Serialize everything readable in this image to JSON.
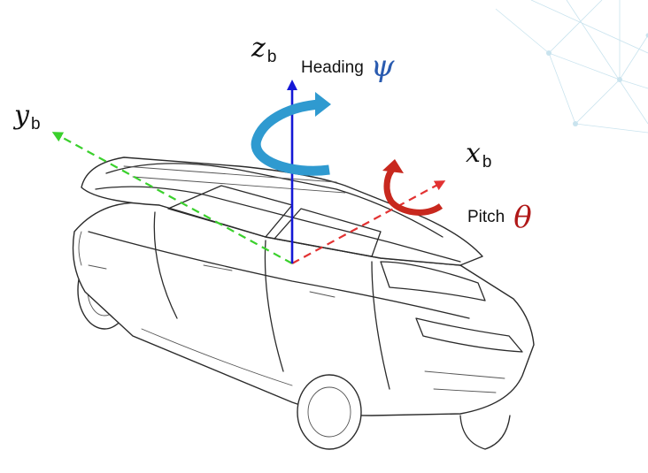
{
  "axes": {
    "z": {
      "symbol": "z",
      "subscript": "b",
      "color": "#1418d6",
      "style": "solid"
    },
    "y": {
      "symbol": "y",
      "subscript": "b",
      "color": "#3ad02c",
      "style": "dashed"
    },
    "x": {
      "symbol": "x",
      "subscript": "b",
      "color": "#e23232",
      "style": "dashed"
    }
  },
  "rotations": {
    "heading": {
      "label": "Heading",
      "symbol": "ψ",
      "color": "#2a5bb0",
      "arrow_color": "#2f9ad0"
    },
    "pitch": {
      "label": "Pitch",
      "symbol": "θ",
      "color": "#b01818",
      "arrow_color": "#c8281e"
    }
  },
  "vehicle": {
    "icon": "suv-line-drawing-icon"
  },
  "decoration": {
    "icon": "network-mesh-icon"
  }
}
